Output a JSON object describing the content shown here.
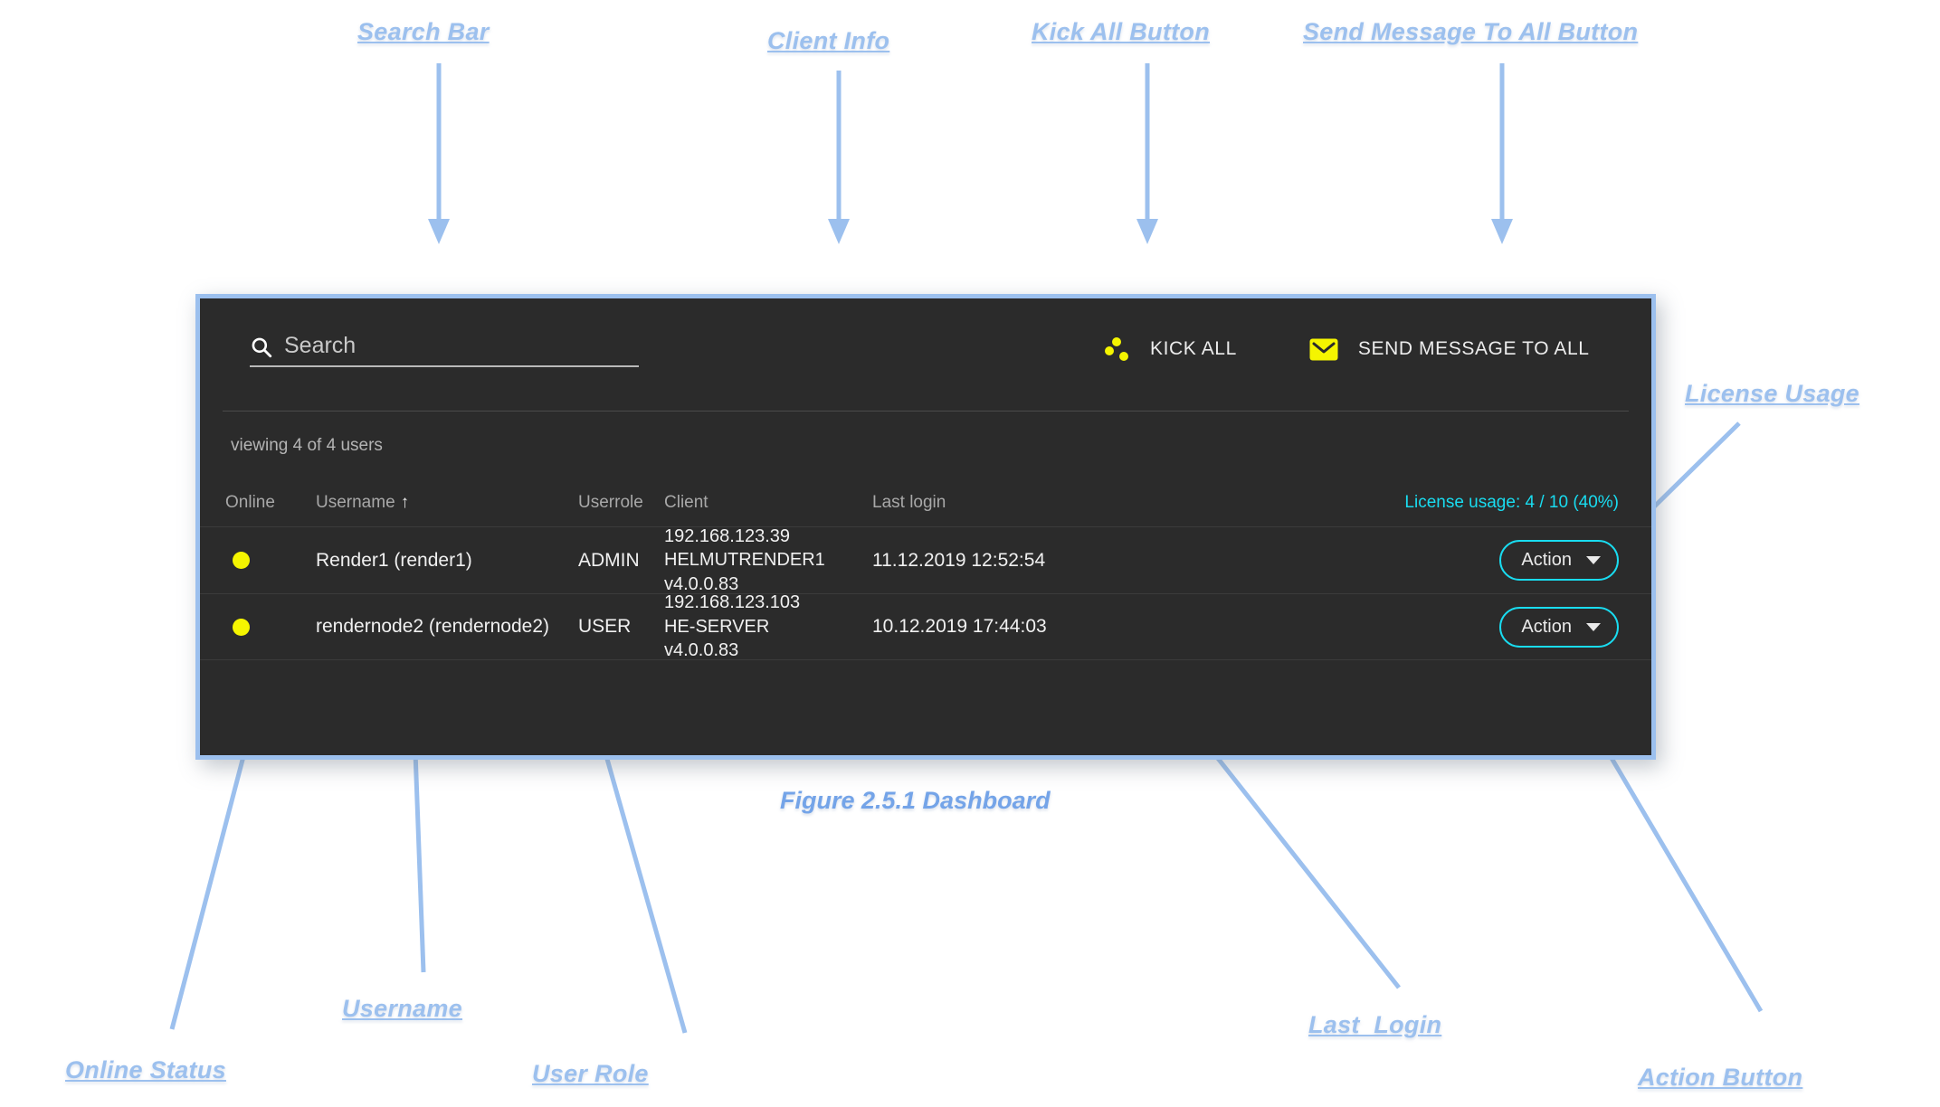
{
  "annotations": {
    "search_bar": "Search Bar",
    "client_info": "Client Info",
    "kick_all_button": "Kick All Button",
    "send_message_to_all_button": "Send Message To All Button",
    "license_usage": "License Usage",
    "online_status": "Online Status",
    "username": "Username",
    "user_role": "User Role",
    "last_login": "Last  Login",
    "action_button": "Action Button"
  },
  "figure": {
    "caption": "Figure 2.5.1 Dashboard"
  },
  "dashboard": {
    "search": {
      "placeholder": "Search",
      "value": "",
      "icon": "search-icon"
    },
    "header_buttons": [
      {
        "label": "KICK ALL",
        "icon": "kick-icon"
      },
      {
        "label": "SEND MESSAGE TO ALL",
        "icon": "envelope-icon"
      }
    ],
    "viewing_text": "viewing 4 of 4 users",
    "license_usage": "License usage: 4 / 10 (40%)",
    "columns": {
      "online": "Online",
      "username": "Username",
      "username_sort": "↑",
      "userrole": "Userrole",
      "client": "Client",
      "last_login": "Last login"
    },
    "rows": [
      {
        "online": "online-indicator",
        "username": "Render1 (render1)",
        "userrole": "ADMIN",
        "client_ip": "192.168.123.39",
        "client_host": "HELMUTRENDER1",
        "client_version": "v4.0.0.83",
        "last_login": "11.12.2019 12:52:54",
        "action_label": "Action"
      },
      {
        "online": "online-indicator",
        "username": "rendernode2 (rendernode2)",
        "userrole": "USER",
        "client_ip": "192.168.123.103",
        "client_host": "HE-SERVER",
        "client_version": "v4.0.0.83",
        "last_login": "10.12.2019 17:44:03",
        "action_label": "Action"
      }
    ]
  },
  "colors": {
    "accent_cyan": "#19dcf0",
    "status_yellow": "#f5f500",
    "annotation_blue": "#9cc0ee",
    "caption_blue": "#74a4e8",
    "panel_bg": "#2b2b2b"
  }
}
